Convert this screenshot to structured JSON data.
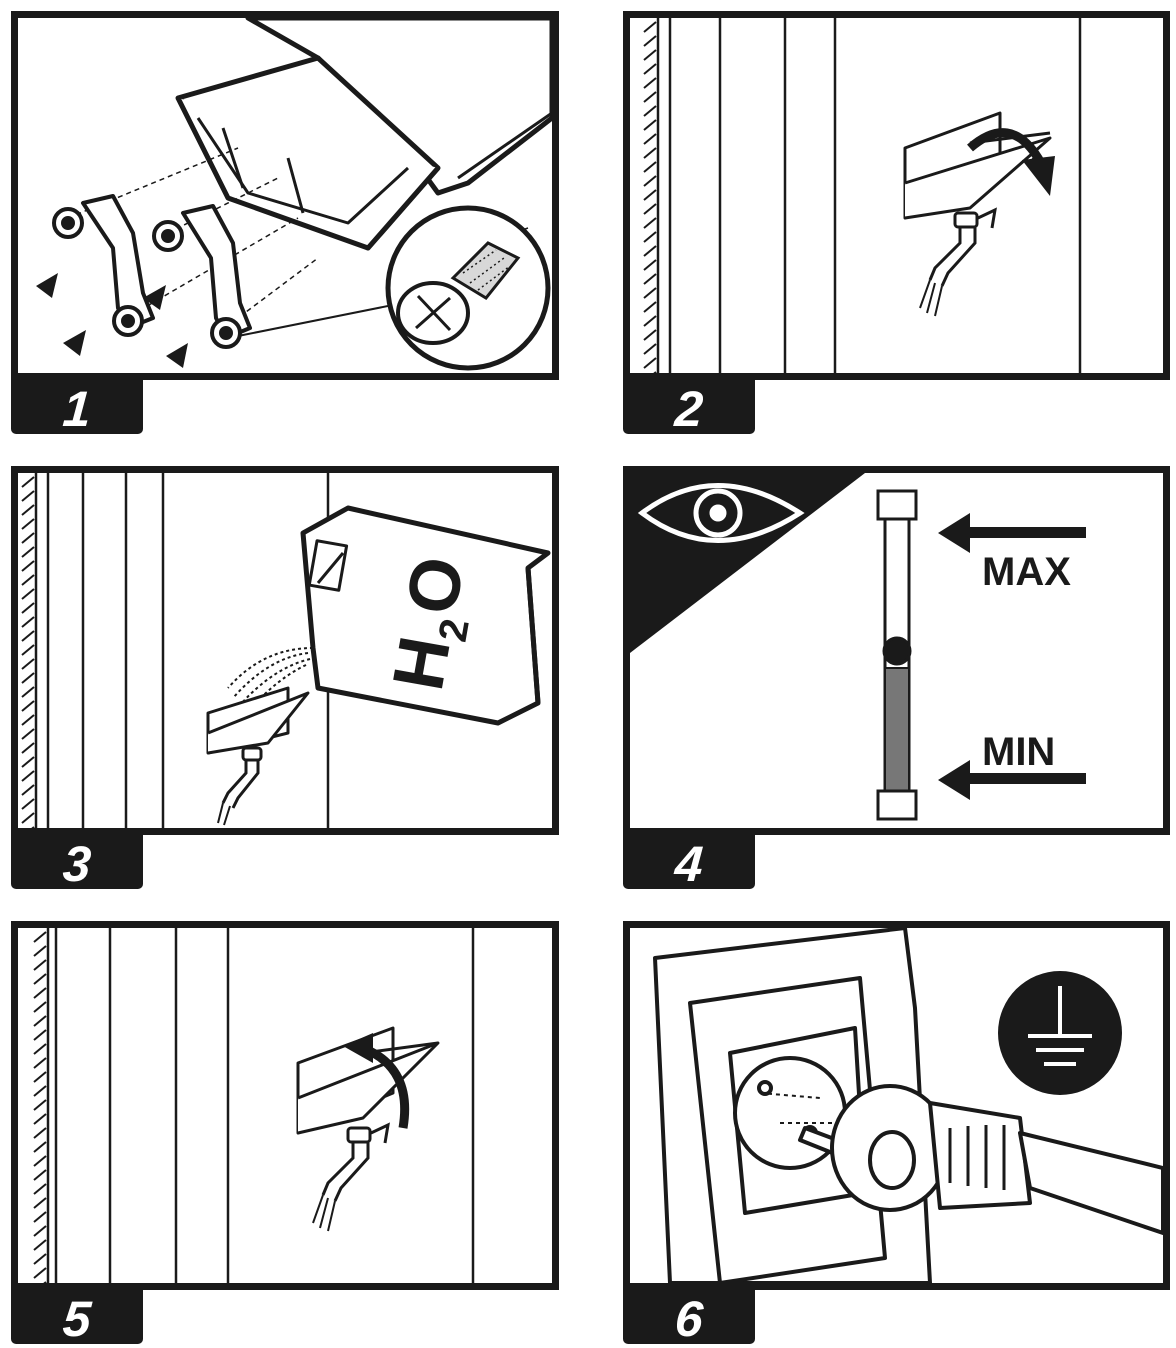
{
  "steps": [
    {
      "number": "1"
    },
    {
      "number": "2"
    },
    {
      "number": "3"
    },
    {
      "number": "4",
      "max_label": "MAX",
      "min_label": "MIN"
    },
    {
      "number": "5"
    },
    {
      "number": "6"
    }
  ],
  "step3": {
    "formula_main": "H",
    "formula_sub": "2",
    "formula_end": "O"
  },
  "colors": {
    "ink": "#1a1a1a",
    "paper": "#ffffff"
  },
  "icons": [
    "eye-icon",
    "ground-symbol-icon",
    "faucet-icon",
    "arrow-icon",
    "screw-icon",
    "plug-icon",
    "socket-icon"
  ]
}
